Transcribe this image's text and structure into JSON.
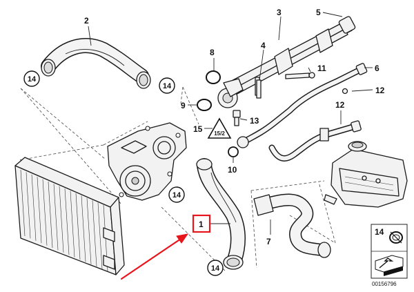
{
  "diagram": {
    "part_numbers": [
      "1",
      "2",
      "3",
      "4",
      "5",
      "6",
      "7",
      "8",
      "9",
      "10",
      "11",
      "12",
      "12",
      "13",
      "15"
    ],
    "clamp_badges": [
      "14",
      "14",
      "14",
      "14"
    ],
    "warning_label": "15/2",
    "inset": {
      "label": "14"
    },
    "catalog_number": "00156796",
    "highlight": {
      "label": "1",
      "color": "#e8141c"
    }
  }
}
